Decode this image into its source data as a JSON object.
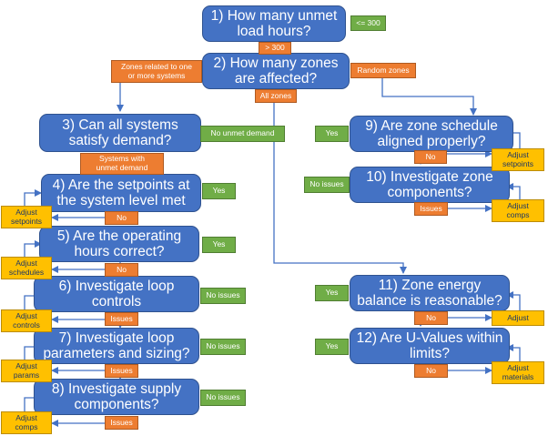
{
  "colors": {
    "question": "#4472c4",
    "yes": "#70ad47",
    "condition": "#ed7d31",
    "action": "#ffc000",
    "connector": "#4472c4"
  },
  "q1": "1) How many unmet load hours?",
  "q2": "2) How many zones are affected?",
  "q3": "3) Can all systems satisfy demand?",
  "q4": "4) Are the setpoints at the system level met",
  "q5": "5) Are the operating hours correct?",
  "q6": "6) Investigate loop controls",
  "q7": "7) Investigate loop parameters and sizing?",
  "q8": "8) Investigate supply components?",
  "q9": "9) Are zone schedule aligned properly?",
  "q10": "10) Investigate zone components?",
  "q11": "11) Zone energy balance is reasonable?",
  "q12": "12) Are U-Values within limits?",
  "labels": {
    "le300": "<= 300",
    "gt300": "> 300",
    "zones_related_1": "Zones related to one",
    "zones_related_2": "or more systems",
    "random_zones": "Random zones",
    "all_zones": "All zones",
    "no_unmet_demand": "No unmet demand",
    "systems_unmet_1": "Systems with",
    "systems_unmet_2": "unmet demand",
    "q4_yes": "Yes",
    "q4_no": "No",
    "q5_yes": "Yes",
    "q5_no": "No",
    "q6_no_issues": "No issues",
    "q6_issues": "Issues",
    "q7_no_issues": "No issues",
    "q7_issues": "Issues",
    "q8_no_issues": "No issues",
    "q8_issues": "Issues",
    "q9_yes": "Yes",
    "q9_no": "No",
    "q10_no_issues": "No issues",
    "q10_issues": "Issues",
    "q11_yes": "Yes",
    "q11_no": "No",
    "q12_yes": "Yes",
    "q12_no": "No"
  },
  "actions": {
    "a4_1": "Adjust",
    "a4_2": "setpoints",
    "a5_1": "Adjust",
    "a5_2": "schedules",
    "a6_1": "Adjust",
    "a6_2": "controls",
    "a7_1": "Adjust",
    "a7_2": "params",
    "a8_1": "Adjust",
    "a8_2": "comps",
    "a9_1": "Adjust",
    "a9_2": "setpoints",
    "a10_1": "Adjust",
    "a10_2": "comps",
    "a11": "Adjust",
    "a12_1": "Adjust",
    "a12_2": "materials"
  }
}
